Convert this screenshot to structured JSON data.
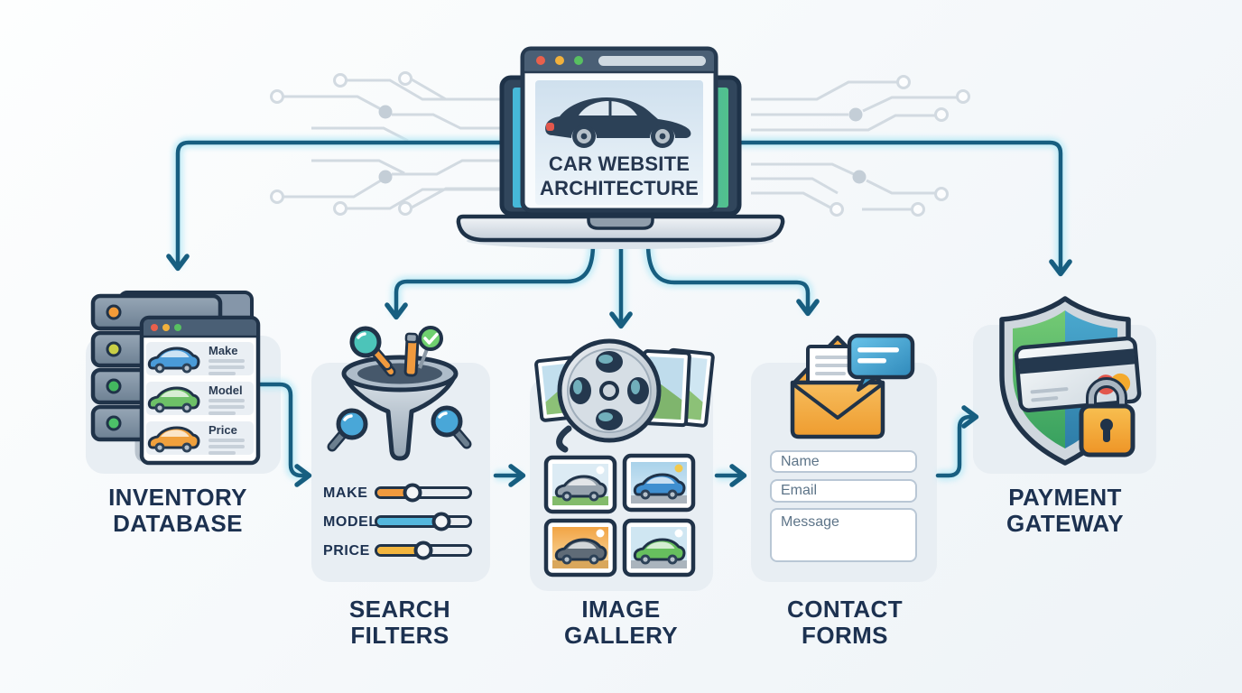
{
  "diagram_title": {
    "text": "CAR WEBSITE\nARCHITECTURE"
  },
  "nodes": {
    "inventory_database": {
      "label": "INVENTORY\nDATABASE",
      "record_fields": [
        "Make",
        "Model",
        "Price"
      ]
    },
    "search_filters": {
      "label": "SEARCH\nFILTERS",
      "sliders": [
        {
          "label": "MAKE",
          "value_pct": 38,
          "color": "#f09a3e"
        },
        {
          "label": "MODEL",
          "value_pct": 70,
          "color": "#54b7dd"
        },
        {
          "label": "PRICE",
          "value_pct": 50,
          "color": "#f2b53e"
        }
      ]
    },
    "image_gallery": {
      "label": "IMAGE\nGALLERY"
    },
    "contact_forms": {
      "label": "CONTACT\nFORMS",
      "fields": [
        {
          "placeholder": "Name"
        },
        {
          "placeholder": "Email"
        },
        {
          "placeholder": "Message"
        }
      ]
    },
    "payment_gateway": {
      "label": "PAYMENT\nGATEWAY"
    }
  },
  "colors": {
    "connector": "#175e80",
    "connector_glow": "#b8e9f6",
    "outline_navy": "#203349",
    "panel": "#e8eef3",
    "label_navy": "#1c3150",
    "accent_orange": "#f09a3e",
    "accent_blue": "#54b7dd",
    "accent_yellow": "#f2b53e",
    "accent_green": "#5cbf5a",
    "accent_red": "#e8604c",
    "browser_header": "#4a5f75"
  }
}
